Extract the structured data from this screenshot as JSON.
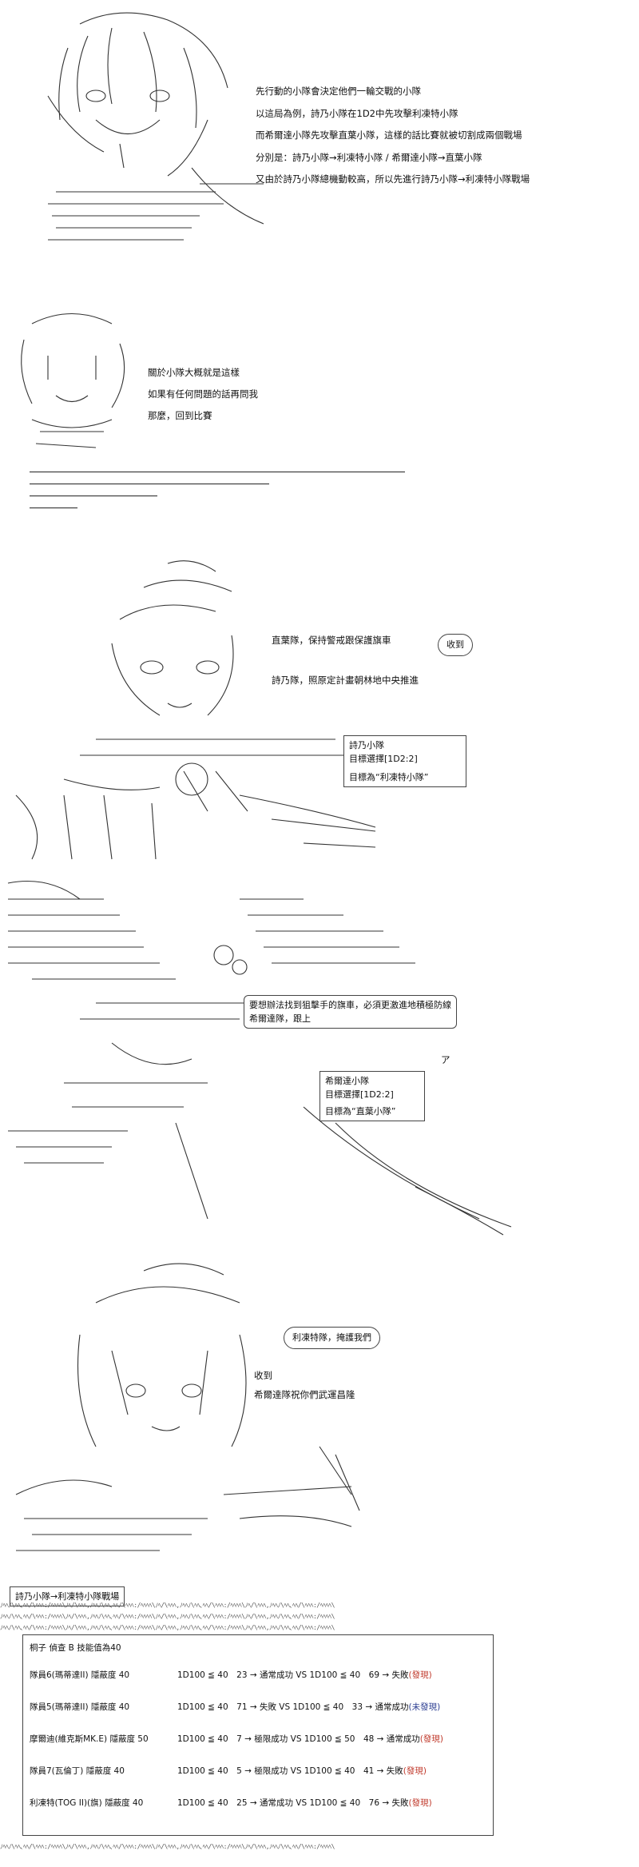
{
  "panel1": {
    "lines": [
      "先行動的小隊會決定他們一輪交戰的小隊",
      "以這局為例，詩乃小隊在1D2中先攻擊利凍特小隊",
      "而希爾達小隊先攻擊直葉小隊，這樣的話比賽就被切割成兩個戰場",
      "分別是：詩乃小隊→利凍特小隊 / 希爾達小隊→直葉小隊",
      "又由於詩乃小隊總機動較高，所以先進行詩乃小隊→利凍特小隊戰場"
    ]
  },
  "panel2": {
    "lines": [
      "關於小隊大概就是這樣",
      "如果有任何問題的話再問我",
      "那麼，回到比賽"
    ]
  },
  "panel3": {
    "lines": [
      "直葉隊，保持警戒跟保護旗車",
      "詩乃隊，照原定計畫朝林地中央推進"
    ],
    "bubble": "收到",
    "info_box": {
      "line1": "詩乃小隊",
      "line2": "目標選擇[1D2:2]",
      "line3": "目標為“利凍特小隊”"
    }
  },
  "panel4": {
    "bubble_line1": "要想辦法找到狙擊手的旗車，必須更激進地積極防線",
    "bubble_line2": "希爾達隊，跟上",
    "mark": "ア",
    "info_box": {
      "line1": "希爾達小隊",
      "line2": "目標選擇[1D2:2]",
      "line3": "目標為“直葉小隊”"
    }
  },
  "panel5": {
    "bubble": "利凍特隊，掩護我們",
    "lines": [
      "收到",
      "希爾達隊祝你們武運昌隆"
    ]
  },
  "battle": {
    "title": "詩乃小隊→利凍特小隊戰場",
    "header": "桐子 偵查 B 技能值為40",
    "rows": [
      {
        "name": "隊員6(瑪蒂達II) 隱蔽度 40",
        "roll": "1D100 ≦ 40　23 → 通常成功 VS 1D100 ≦ 40　69 → 失敗",
        "status": "(發現)",
        "color": "red"
      },
      {
        "name": "隊員5(瑪蒂達II) 隱蔽度 40",
        "roll": "1D100 ≦ 40　71 → 失敗 VS 1D100 ≦ 40　33 → 通常成功",
        "status": "(未發現)",
        "color": "blue"
      },
      {
        "name": "摩爾迪(維克斯MK.E) 隱蔽度 50",
        "roll": "1D100 ≦ 40　7 → 極限成功 VS 1D100 ≦ 50　48 → 通常成功",
        "status": "(發現)",
        "color": "red"
      },
      {
        "name": "隊員7(瓦倫丁) 隱蔽度 40",
        "roll": "1D100 ≦ 40　5 → 極限成功 VS 1D100 ≦ 40　41 → 失敗",
        "status": "(發現)",
        "color": "red"
      },
      {
        "name": "利凍特(TOG II)(旗) 隱蔽度 40",
        "roll": "1D100 ≦ 40　25 → 通常成功 VS 1D100 ≦ 40　76 → 失敗",
        "status": "(發現)",
        "color": "red"
      }
    ],
    "pattern_text": "ﾉﾍﾍﾉ\\ﾍﾍ､ﾍﾍ/\\ﾍﾍﾍ:/ﾍﾍﾍﾍ\\ﾉﾍ/\\ﾍﾍﾍ,ﾉﾍﾍﾉ\\ﾍﾍ､ﾍﾍ/\\ﾍﾍﾍ:/ﾍﾍﾍﾍ\\ﾉﾍ/\\ﾍﾍﾍ,ﾉﾍﾍﾉ\\ﾍﾍ､ﾍﾍ/\\ﾍﾍﾍ:/ﾍﾍﾍﾍ\\ﾉﾍ/\\ﾍﾍﾍ,ﾉﾍﾍﾉ\\ﾍﾍ､ﾍﾍ/\\ﾍﾍﾍ:/ﾍﾍﾍﾍ\\"
  },
  "colors": {
    "red": "#c0392b",
    "blue": "#2c3e91"
  }
}
